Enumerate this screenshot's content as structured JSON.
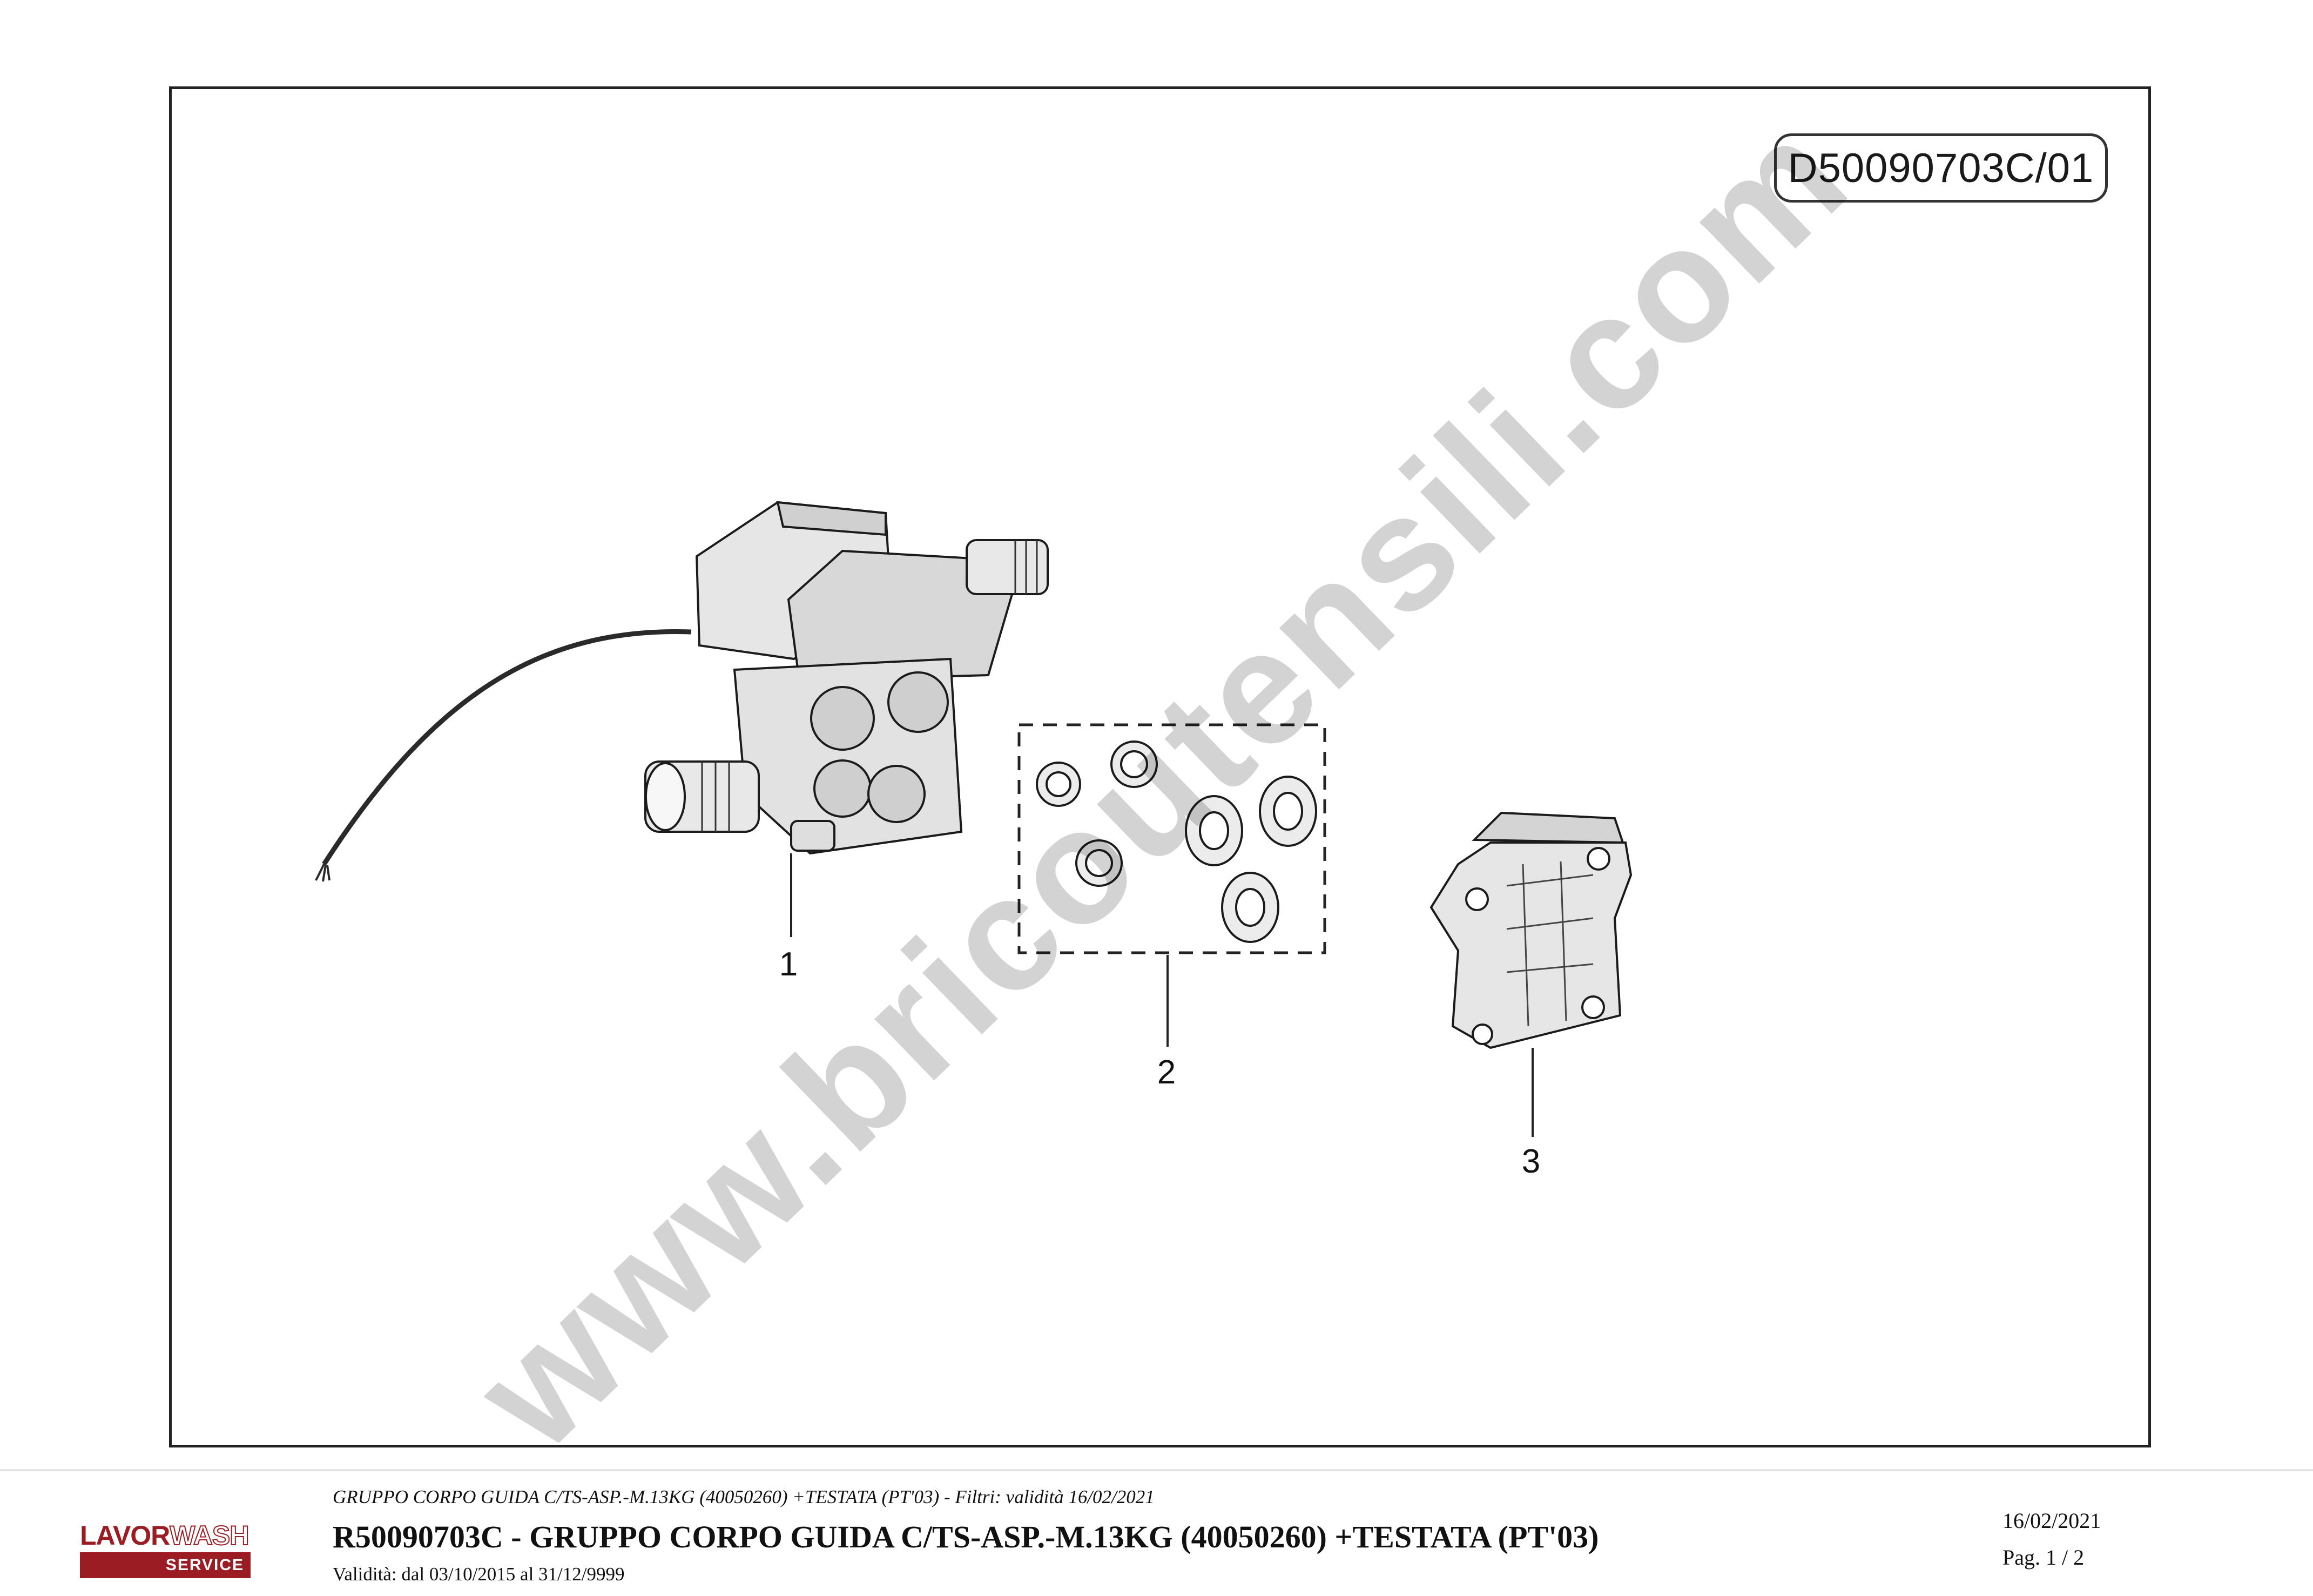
{
  "drawing": {
    "code": "D50090703C/01",
    "callouts": [
      {
        "id": "1",
        "label": "1"
      },
      {
        "id": "2",
        "label": "2"
      },
      {
        "id": "3",
        "label": "3"
      }
    ]
  },
  "watermark": "www.bricoutensili.com",
  "logo": {
    "brand_lavor": "LAVOR",
    "brand_wash": "WASH",
    "service": "SERVICE"
  },
  "footer": {
    "filter_line": "GRUPPO CORPO GUIDA C/TS-ASP.-M.13KG (40050260) +TESTATA (PT'03) - Filtri: validità 16/02/2021",
    "title": "R50090703C - GRUPPO CORPO GUIDA C/TS-ASP.-M.13KG (40050260) +TESTATA (PT'03)",
    "validity": "Validità: dal 03/10/2015 al 31/12/9999",
    "date": "16/02/2021",
    "page": "Pag. 1 / 2"
  }
}
